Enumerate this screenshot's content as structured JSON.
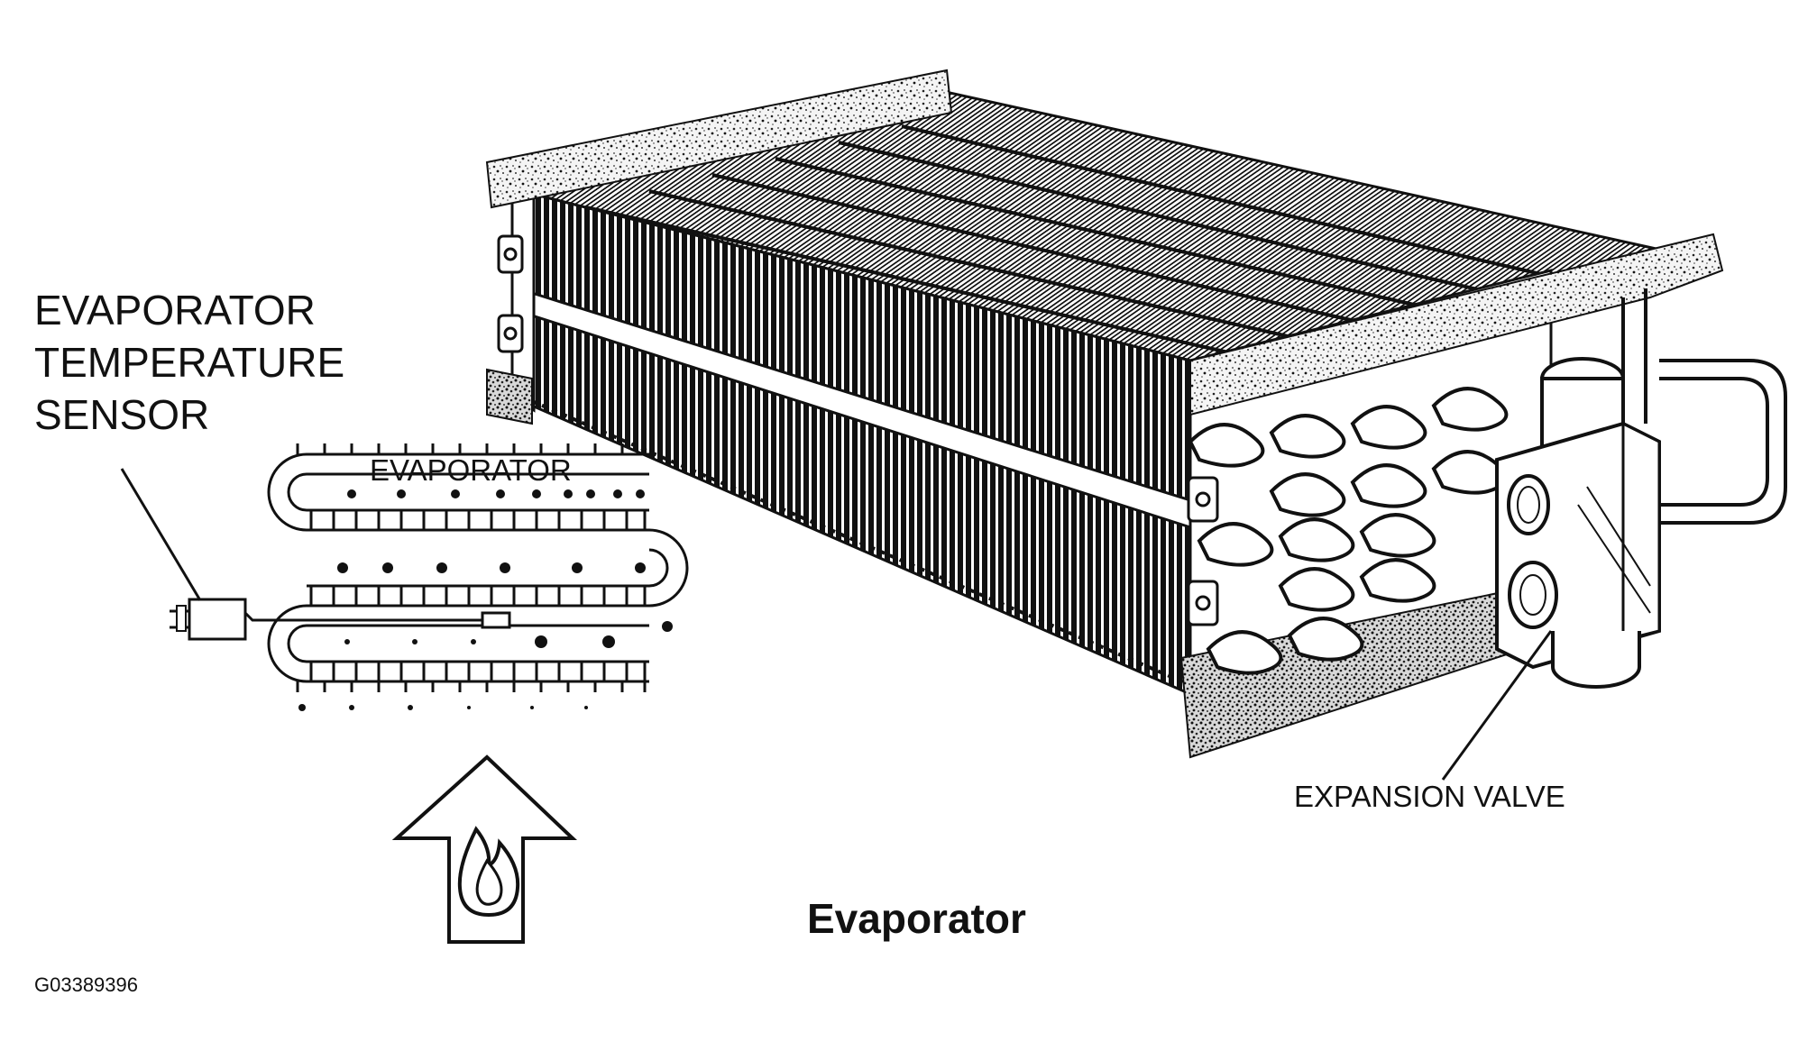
{
  "labels": {
    "sensor_line1": "EVAPORATOR",
    "sensor_line2": "TEMPERATURE",
    "sensor_line3": "SENSOR",
    "evaporator_schematic": "EVAPORATOR",
    "expansion_valve": "EXPANSION VALVE",
    "title": "Evaporator",
    "figure_code": "G03389396"
  },
  "colors": {
    "ink": "#111111",
    "background": "#ffffff",
    "foam": "#f1f1f1"
  },
  "icons": {
    "heat_arrow": "up-arrow-with-flame-icon",
    "sensor": "sensor-connector-icon"
  }
}
